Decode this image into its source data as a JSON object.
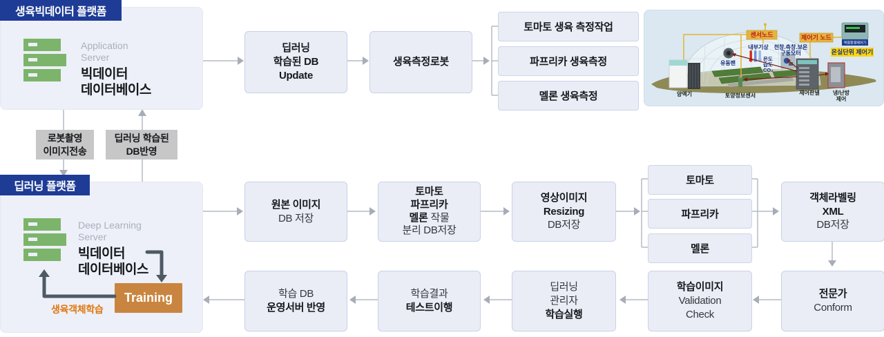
{
  "big_data_platform": {
    "title": "생육빅데이터 플랫폼",
    "server_label": "Application\nServer",
    "server_name": "빅데이터\n데이터베이스"
  },
  "deep_learning_platform": {
    "title": "딥러닝 플랫폼",
    "server_label": "Deep Learning\nServer",
    "server_name": "빅데이터\n데이터베이스",
    "training_label": "Training",
    "loop_label": "생육객체학습"
  },
  "transfer": {
    "robot_send": "로봇촬영\n이미지전송",
    "db_reflect": "딥러닝 학습된\nDB반영"
  },
  "top_flow": {
    "db_update": "딥러닝\n학습된 DB\nUpdate",
    "robot": "생육측정로봇",
    "tasks": [
      "토마토 생육 측정작업",
      "파프리카 생육측정",
      "멜론 생육측정"
    ]
  },
  "mid_flow": {
    "origin": {
      "l1": "원본 이미지",
      "l2": "DB 저장"
    },
    "crops": {
      "l1": "토마토",
      "l2": "파프리카",
      "l3a": "멜론",
      "l3b": "작물",
      "l4": "분리 DB저장"
    },
    "resizing": {
      "l1": "영상이미지",
      "l2": "Resizing",
      "l3": "DB저장"
    },
    "crop_list": [
      "토마토",
      "파프리카",
      "멜론"
    ],
    "labeling": {
      "l1": "객체라벨링",
      "l2": "XML",
      "l3": "DB저장"
    }
  },
  "bottom_flow": {
    "expert": {
      "l1": "전문가",
      "l2": "Conform"
    },
    "validation": {
      "l1": "학습이미지",
      "l2": "Validation",
      "l3": "Check"
    },
    "training_exec": {
      "l1": "딥러닝",
      "l2": "관리자",
      "l3": "학습실행"
    },
    "test_run": {
      "l1": "학습결과",
      "l2": "테스트이행"
    },
    "deploy": {
      "l1": "학습 DB",
      "l2": "운영서버 반영"
    }
  },
  "greenhouse": {
    "sensor_node": "센서노드",
    "controller_node": "제어기 노드",
    "unit_controller": "온실단위 제어기",
    "device_band": "복합환경제어기",
    "indoor_weather": "내부기상",
    "motor1": "천창.측창.보온",
    "motor2": "구동모터",
    "temp": "온도",
    "humidity": "습도",
    "co2": "CO₂",
    "fan": "유동팬",
    "nutrient": "양액기",
    "soil_sensor": "토양정보센서",
    "control_panel": "제어판넬",
    "hvac1": "냉/난방",
    "hvac2": "제어"
  },
  "colors": {
    "header_blue": "#1e3c96",
    "panel_bg": "#edf0f8",
    "box_bg": "#eaedf6",
    "box_border": "#c9d1e6",
    "training_orange": "#c9853f",
    "server_green": "#7cb46b",
    "loop_orange": "#e0770e",
    "connector_gray": "#b4bac4",
    "transfer_gray": "#c7c7c7",
    "arrow_dark": "#4d5a64",
    "label_gold": "#e6b43c",
    "label_yellow": "#ffd60a"
  }
}
